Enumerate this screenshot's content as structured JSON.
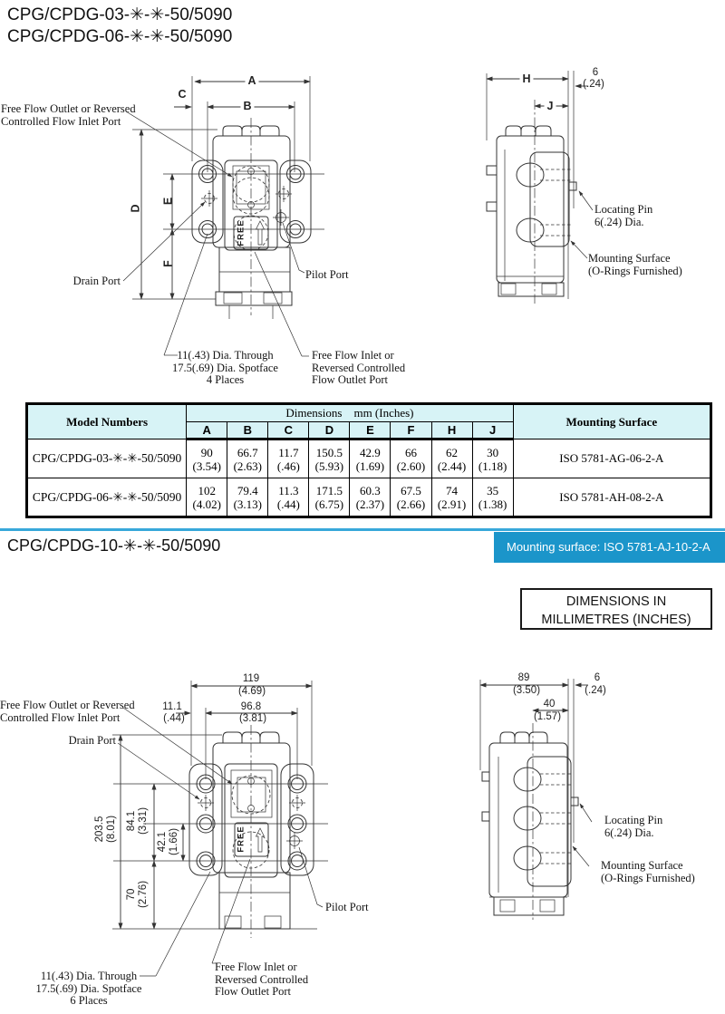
{
  "page": {
    "title_line1": "CPG/CPDG-03-✳-✳-50/5090",
    "title_line2": "CPG/CPDG-06-✳-✳-50/5090",
    "section2_title": "CPG/CPDG-10-✳-✳-50/5090",
    "section2_badge": "Mounting surface: ISO 5781-AJ-10-2-A",
    "dim_note_line1": "DIMENSIONS IN",
    "dim_note_line2": "MILLIMETRES (INCHES)",
    "colors": {
      "accent_blue": "#1b95ca",
      "divider_blue": "#38a8da",
      "table_header_bg": "#d7f3f6"
    }
  },
  "top_drawing": {
    "front": {
      "dim_a": "A",
      "dim_b": "B",
      "dim_c": "C",
      "dim_d": "D",
      "dim_e": "E",
      "dim_f": "F",
      "free_label": "FREE",
      "callout_outlet": "Free Flow Outlet or Reversed\nControlled Flow Inlet Port",
      "callout_drain": "Drain Port",
      "callout_pilot": "Pilot Port",
      "callout_spotface": "11(.43) Dia. Through\n17.5(.69) Dia. Spotface\n4 Places",
      "callout_inlet": "Free Flow Inlet or\nReversed Controlled\nFlow Outlet Port"
    },
    "side": {
      "dim_h": "H",
      "dim_j": "J",
      "dim_pin": "6",
      "dim_pin_in": "(.24)",
      "callout_pin": "Locating Pin\n6(.24) Dia.",
      "callout_mount": "Mounting Surface\n(O-Rings Furnished)"
    }
  },
  "table": {
    "model_header": "Model Numbers",
    "dims_header": "Dimensions    mm (Inches)",
    "cols": [
      "A",
      "B",
      "C",
      "D",
      "E",
      "F",
      "H",
      "J"
    ],
    "mounting_header": "Mounting Surface",
    "rows": [
      {
        "model": "CPG/CPDG-03-✳-✳-50/5090",
        "a": "90\n(3.54)",
        "b": "66.7\n(2.63)",
        "c": "11.7\n(.46)",
        "d": "150.5\n(5.93)",
        "e": "42.9\n(1.69)",
        "f": "66\n(2.60)",
        "h": "62\n(2.44)",
        "j": "30\n(1.18)",
        "mounting": "ISO 5781-AG-06-2-A"
      },
      {
        "model": "CPG/CPDG-06-✳-✳-50/5090",
        "a": "102\n(4.02)",
        "b": "79.4\n(3.13)",
        "c": "11.3\n(.44)",
        "d": "171.5\n(6.75)",
        "e": "60.3\n(2.37)",
        "f": "67.5\n(2.66)",
        "h": "74\n(2.91)",
        "j": "35\n(1.38)",
        "mounting": "ISO 5781-AH-08-2-A"
      }
    ]
  },
  "bottom_drawing": {
    "front": {
      "dim_119": "119",
      "dim_119_in": "(4.69)",
      "dim_968": "96.8",
      "dim_968_in": "(3.81)",
      "dim_111": "11.1",
      "dim_111_in": "(.44)",
      "dim_2035": "203.5\n(8.01)",
      "dim_841": "84.1\n(3.31)",
      "dim_421": "42.1\n(1.66)",
      "dim_70": "70\n(2.76)",
      "free_label": "FREE",
      "callout_outlet": "Free Flow Outlet or Reversed\nControlled Flow Inlet Port",
      "callout_drain": "Drain Port",
      "callout_pilot": "Pilot Port",
      "callout_spotface": "11(.43) Dia. Through\n17.5(.69) Dia. Spotface\n6 Places",
      "callout_inlet": "Free Flow Inlet or\nReversed Controlled\nFlow Outlet Port"
    },
    "side": {
      "dim_89": "89",
      "dim_89_in": "(3.50)",
      "dim_6": "6",
      "dim_6_in": "(.24)",
      "dim_40": "40",
      "dim_40_in": "(1.57)",
      "callout_pin": "Locating Pin\n6(.24) Dia.",
      "callout_mount": "Mounting Surface\n(O-Rings Furnished)"
    }
  }
}
